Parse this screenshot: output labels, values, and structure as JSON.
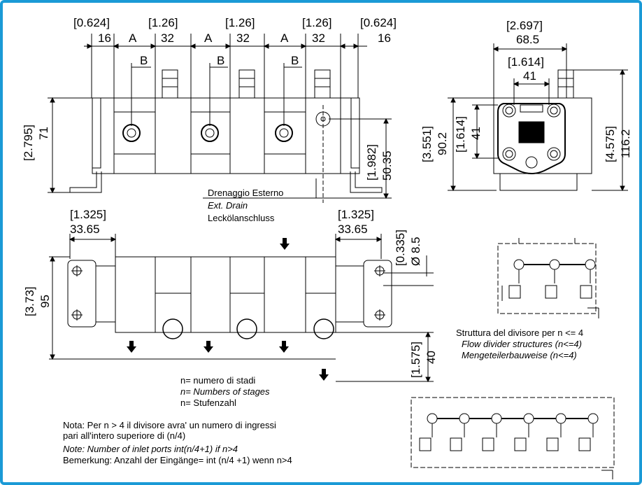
{
  "top_view": {
    "dims_top_in": [
      "[0.624]",
      "[1.26]",
      "[1.26]",
      "[1.26]",
      "[0.624]"
    ],
    "dims_top_mm": [
      "16",
      "32",
      "32",
      "32",
      "16"
    ],
    "letter_a": "A",
    "letter_b": "B",
    "height_in": "[2.795]",
    "height_mm": "71",
    "drain_in": "[1.982]",
    "drain_mm": "50.35"
  },
  "drain_label": {
    "it": "Drenaggio Esterno",
    "en": "Ext. Drain",
    "de": "Leckölanschluss"
  },
  "side_view": {
    "width_in": "[2.697]",
    "width_mm": "68.5",
    "inner_in": "[1.614]",
    "inner_mm": "41",
    "vert_in": "[1.614]",
    "vert_mm": "41",
    "h1_in": "[3.551]",
    "h1_mm": "90.2",
    "h2_in": "[4.575]",
    "h2_mm": "116.2"
  },
  "bottom_view": {
    "left_in": "[1.325]",
    "left_mm": "33.65",
    "right_in": "[1.325]",
    "right_mm": "33.65",
    "hole_in": "[0.335]",
    "hole_mm": "Ø 8.5",
    "height_in": "[3.73]",
    "height_mm": "95",
    "bottom_in": "[1.575]",
    "bottom_mm": "40"
  },
  "stages_note": {
    "it": "n= numero di stadi",
    "en": "n= Numbers of stages",
    "de": "n= Stufenzahl"
  },
  "structure_note": {
    "it": "Struttura del divisore per n <= 4",
    "en": "Flow divider structures (n<=4)",
    "de": "Mengeteilerbauweise (n<=4)"
  },
  "footnote": {
    "it_line1": "Nota: Per n > 4 il divisore avra' un numero di ingressi",
    "it_line2": "pari all'intero superiore di (n/4)",
    "en": "Note: Number of inlet ports int(n/4+1) if n>4",
    "de": "Bemerkung: Anzahl der Eingänge= int (n/4 +1) wenn n>4"
  },
  "colors": {
    "frame": "#1b9ad6",
    "ink": "#000000"
  }
}
